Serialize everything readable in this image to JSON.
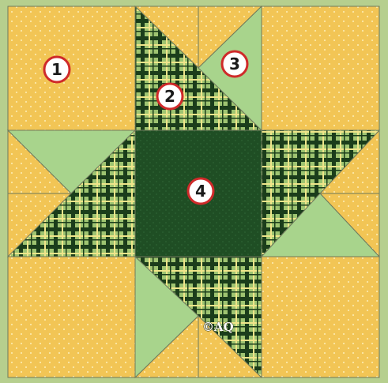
{
  "colors": {
    "background": "#b6cf8e",
    "block_border": "#6f7a5c",
    "yellow_fabric": "#f2c555",
    "yellow_dot": "#fbe8a8",
    "light_green": "#a8d48c",
    "plaid_base": "#9ec471",
    "plaid_dark": "#1b3d1b",
    "plaid_yellow": "#efe58a",
    "dark_green": "#1f4e24",
    "dark_green_dot": "#2c6333",
    "badge_fill": "#ffffff",
    "badge_ring": "#cf2a2a"
  },
  "pieces": [
    {
      "number": "1",
      "fabric": "yellow-fabric"
    },
    {
      "number": "2",
      "fabric": "green-plaid"
    },
    {
      "number": "3",
      "fabric": "light-green"
    },
    {
      "number": "4",
      "fabric": "dark-green"
    }
  ],
  "copyright_mark": "©AQ"
}
